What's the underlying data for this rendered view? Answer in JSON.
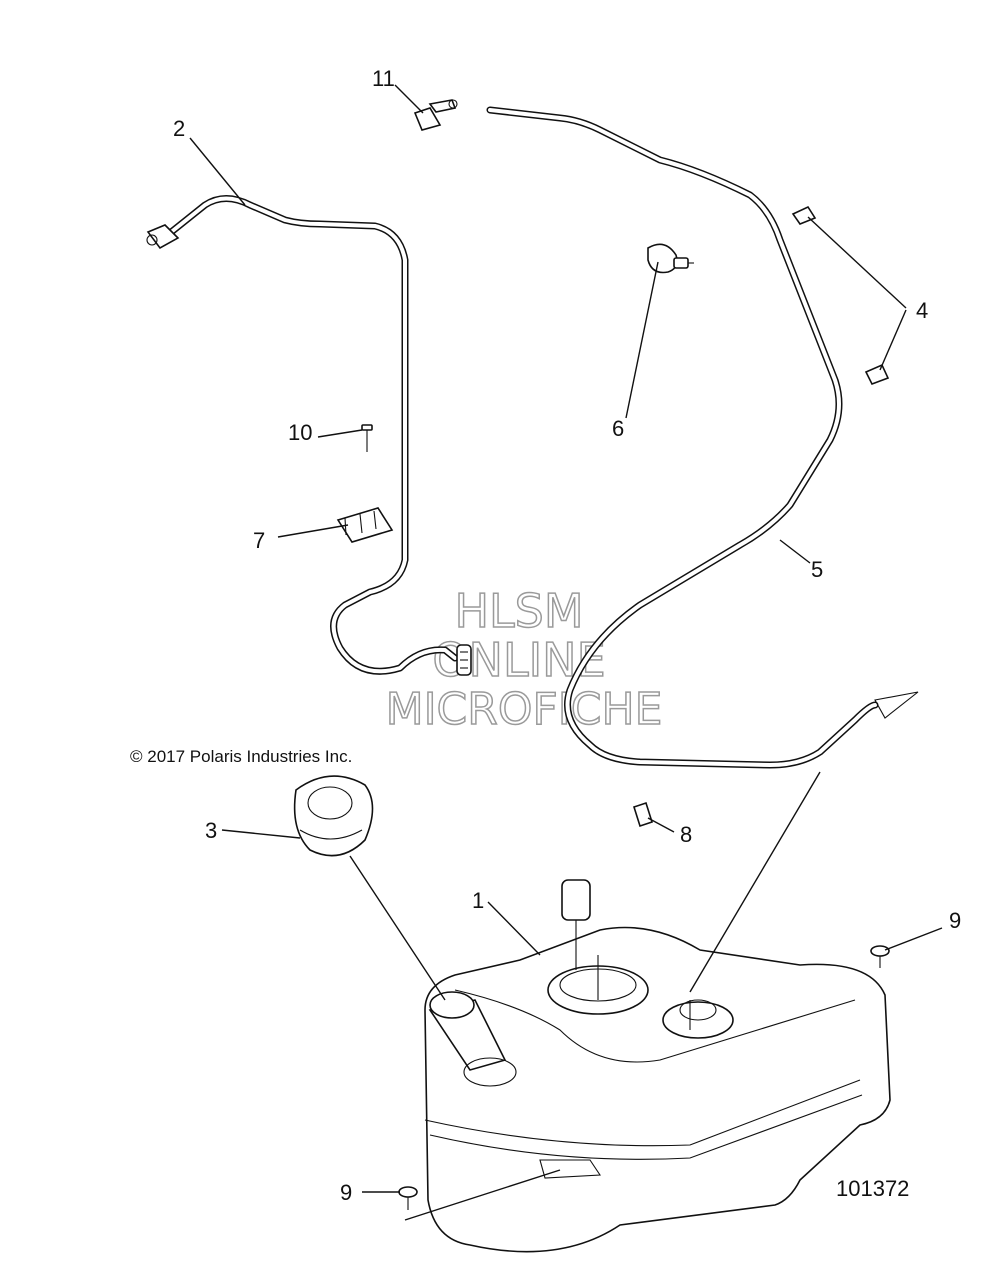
{
  "copyright": "© 2017 Polaris Industries Inc.",
  "figure_number": "101372",
  "watermark": {
    "line1": "HLSM",
    "line2": "ONLINE",
    "line3": "MICROFICHE"
  },
  "callouts": {
    "c1": "1",
    "c2": "2",
    "c3": "3",
    "c4": "4",
    "c5": "5",
    "c6": "6",
    "c7": "7",
    "c8": "8",
    "c9a": "9",
    "c9b": "9",
    "c10": "10",
    "c11": "11"
  }
}
